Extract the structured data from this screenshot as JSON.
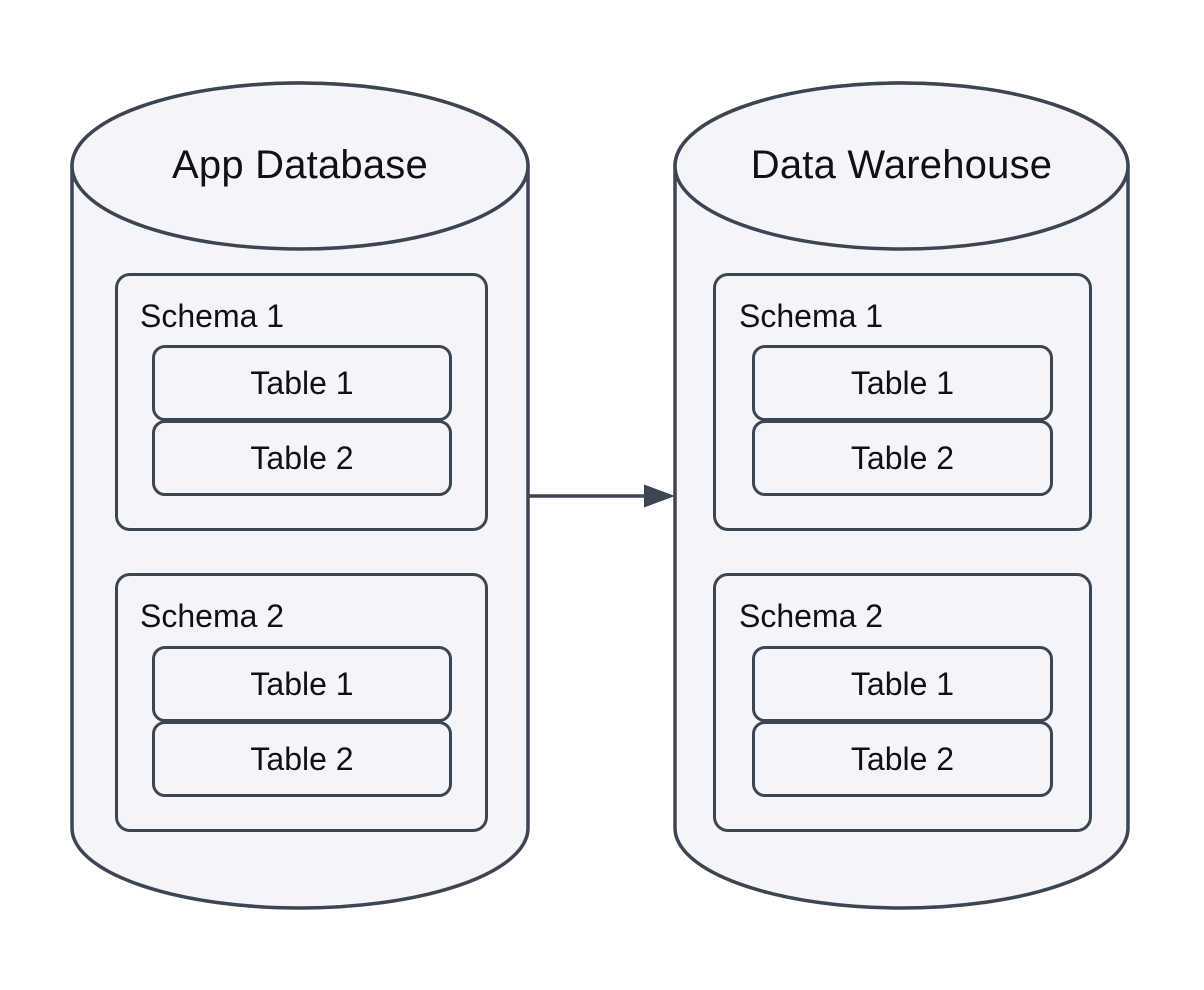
{
  "diagram": {
    "kind": "database-replication-diagram",
    "databases": [
      {
        "title": "App Database",
        "schemas": [
          {
            "label": "Schema 1",
            "tables": [
              "Table 1",
              "Table 2"
            ]
          },
          {
            "label": "Schema 2",
            "tables": [
              "Table 1",
              "Table 2"
            ]
          }
        ]
      },
      {
        "title": "Data Warehouse",
        "schemas": [
          {
            "label": "Schema 1",
            "tables": [
              "Table 1",
              "Table 2"
            ]
          },
          {
            "label": "Schema 2",
            "tables": [
              "Table 1",
              "Table 2"
            ]
          }
        ]
      }
    ],
    "arrow": {
      "from": "App Database",
      "to": "Data Warehouse",
      "direction": "left-to-right"
    },
    "colors": {
      "shape_fill": "#f4f5fb",
      "shape_stroke": "#3d4452",
      "text": "#111111",
      "canvas_background": "#ffffff"
    }
  }
}
